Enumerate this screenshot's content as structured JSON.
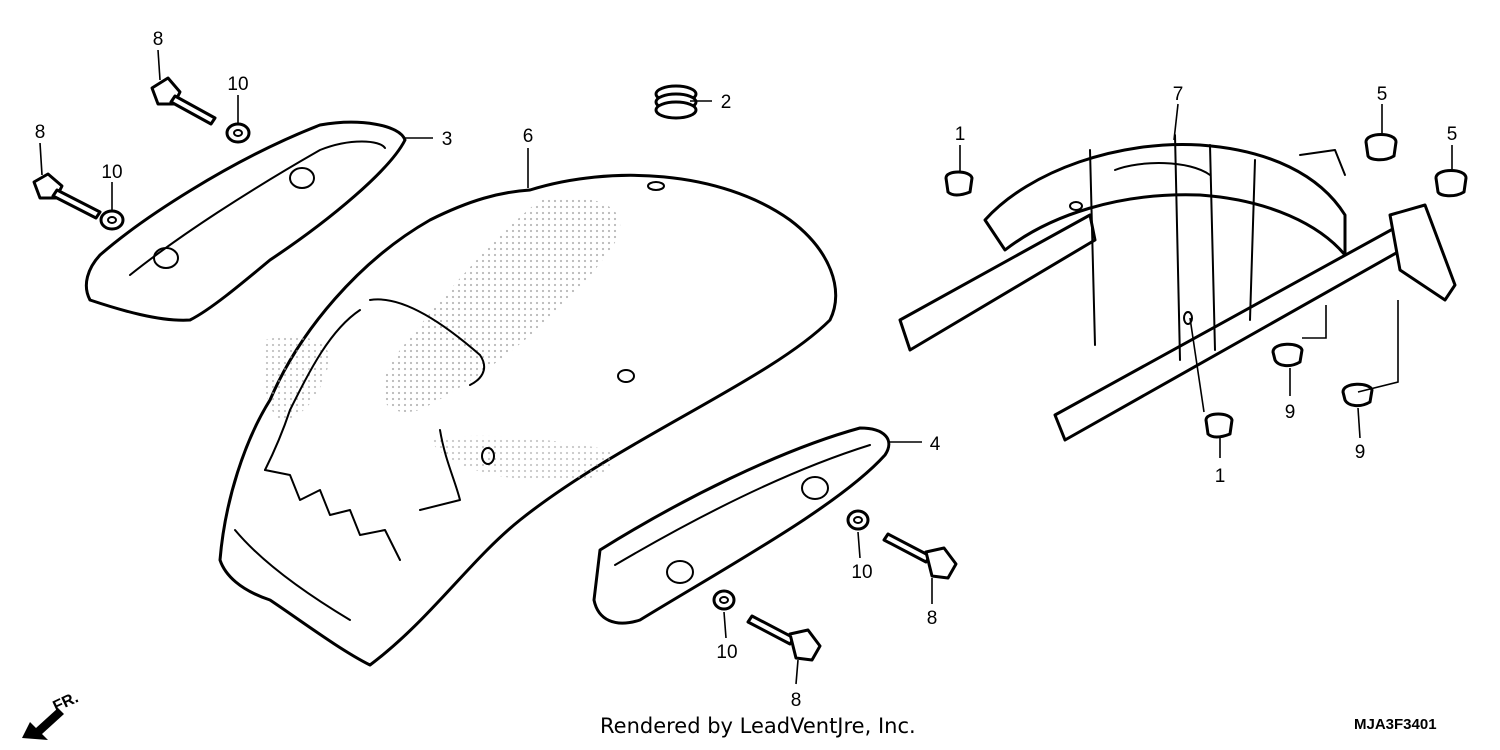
{
  "callouts": {
    "c1a": "1",
    "c1b": "1",
    "c2": "2",
    "c3": "3",
    "c4": "4",
    "c5a": "5",
    "c5b": "5",
    "c6": "6",
    "c7": "7",
    "c8a": "8",
    "c8b": "8",
    "c8c": "8",
    "c8d": "8",
    "c9a": "9",
    "c9b": "9",
    "c10a": "10",
    "c10b": "10",
    "c10c": "10",
    "c10d": "10"
  },
  "footer": {
    "credit": "Rendered by LeadVentJre, Inc.",
    "diagram_code": "MJA3F3401",
    "direction": "FR."
  },
  "colors": {
    "line": "#000000",
    "background": "#ffffff"
  }
}
